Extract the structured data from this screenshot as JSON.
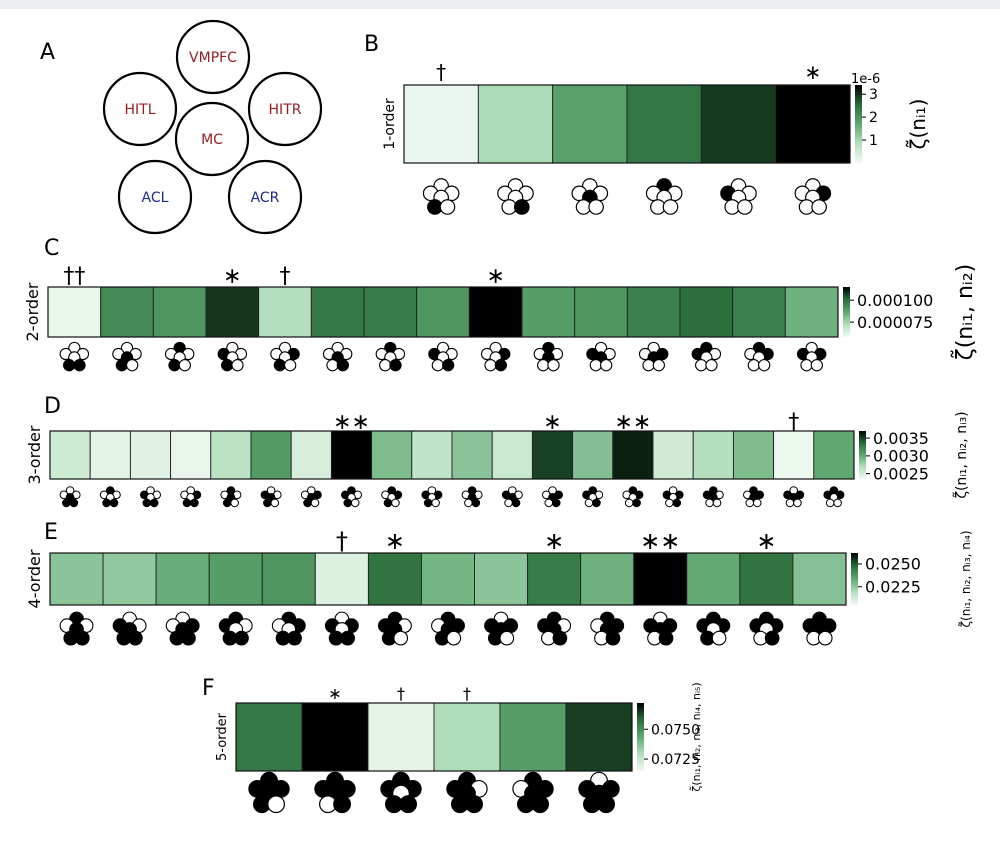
{
  "figure": {
    "panel_labels": [
      "A",
      "B",
      "C",
      "D",
      "E",
      "F"
    ]
  },
  "colors": {
    "cmap_low": "#f3faf4",
    "cmap_mid1": "#b3dfbd",
    "cmap_mid2": "#5fa771",
    "cmap_mid3": "#2a6d3b",
    "cmap_high": "#000000",
    "region_front": "#9a1b1b",
    "region_ant": "#1b2a8f"
  },
  "panel_a": {
    "regions": [
      {
        "name": "VMPFC",
        "color": "#9a1b1b"
      },
      {
        "name": "HITL",
        "color": "#9a1b1b"
      },
      {
        "name": "HITR",
        "color": "#9a1b1b"
      },
      {
        "name": "MC",
        "color": "#9a1b1b"
      },
      {
        "name": "ACL",
        "color": "#1b2a8f"
      },
      {
        "name": "ACR",
        "color": "#1b2a8f"
      }
    ]
  },
  "chart_data": [
    {
      "type": "heatmap",
      "panel": "B",
      "row_label": "1-order",
      "values": [
        0.1,
        0.9,
        1.8,
        2.4,
        2.95,
        3.4
      ],
      "vmin": 0.0,
      "vmax": 3.4,
      "cbar_ticks": [
        1,
        2,
        3
      ],
      "cbar_tick_labels": [
        "1",
        "2",
        "3"
      ],
      "cbar_scale_label": "1e-6",
      "cbar_label": "ζ̃(nᵢ₁)",
      "markers": [
        "†",
        "",
        "",
        "",
        "",
        "∗"
      ],
      "subsets": [
        [
          4
        ],
        [
          5
        ],
        [
          3
        ],
        [
          0
        ],
        [
          1
        ],
        [
          2
        ]
      ]
    },
    {
      "type": "heatmap",
      "panel": "C",
      "row_label": "2-order",
      "values": [
        6e-05,
        9.4e-05,
        9.1e-05,
        0.000108,
        7.2e-05,
        9.8e-05,
        9.7e-05,
        9.1e-05,
        0.000115,
        8.9e-05,
        9.1e-05,
        9.6e-05,
        0.0001,
        9.6e-05,
        8.4e-05
      ],
      "vmin": 5.8e-05,
      "vmax": 0.000115,
      "cbar_ticks": [
        7.5e-05,
        0.0001
      ],
      "cbar_tick_labels": [
        "0.000075",
        "0.000100"
      ],
      "cbar_label": "ζ̃(nᵢ₁, nᵢ₂)",
      "markers": [
        "††",
        "",
        "",
        "∗",
        "†",
        "",
        "",
        "",
        "∗",
        "",
        "",
        "",
        "",
        "",
        ""
      ],
      "subsets": [
        [
          4,
          5
        ],
        [
          3,
          4
        ],
        [
          0,
          4
        ],
        [
          1,
          4
        ],
        [
          2,
          4
        ],
        [
          3,
          5
        ],
        [
          0,
          5
        ],
        [
          1,
          5
        ],
        [
          2,
          5
        ],
        [
          0,
          3
        ],
        [
          1,
          3
        ],
        [
          2,
          3
        ],
        [
          0,
          1
        ],
        [
          0,
          2
        ],
        [
          1,
          2
        ]
      ]
    },
    {
      "type": "heatmap",
      "panel": "D",
      "row_label": "3-order",
      "values": [
        0.00255,
        0.00243,
        0.00245,
        0.0024,
        0.00265,
        0.0031,
        0.0025,
        0.0037,
        0.0029,
        0.00262,
        0.00285,
        0.00257,
        0.0035,
        0.00288,
        0.0036,
        0.00254,
        0.00268,
        0.0029,
        0.00238,
        0.00302
      ],
      "vmin": 0.00235,
      "vmax": 0.0037,
      "cbar_ticks": [
        0.0025,
        0.003,
        0.0035
      ],
      "cbar_tick_labels": [
        "0.0025",
        "0.0030",
        "0.0035"
      ],
      "cbar_label": "ζ̃(nᵢ₁, nᵢ₂, nᵢ₃)",
      "markers": [
        "",
        "",
        "",
        "",
        "",
        "",
        "",
        "∗∗",
        "",
        "",
        "",
        "",
        "∗",
        "",
        "∗∗",
        "",
        "",
        "",
        "†",
        ""
      ],
      "subsets": [
        [
          3,
          4,
          5
        ],
        [
          0,
          4,
          5
        ],
        [
          1,
          4,
          5
        ],
        [
          2,
          4,
          5
        ],
        [
          0,
          3,
          4
        ],
        [
          1,
          3,
          4
        ],
        [
          2,
          3,
          4
        ],
        [
          0,
          1,
          4
        ],
        [
          0,
          2,
          4
        ],
        [
          1,
          2,
          4
        ],
        [
          0,
          3,
          5
        ],
        [
          1,
          3,
          5
        ],
        [
          2,
          3,
          5
        ],
        [
          0,
          1,
          5
        ],
        [
          0,
          2,
          5
        ],
        [
          1,
          2,
          5
        ],
        [
          0,
          1,
          3
        ],
        [
          0,
          2,
          3
        ],
        [
          1,
          2,
          3
        ],
        [
          0,
          1,
          2
        ]
      ]
    },
    {
      "type": "heatmap",
      "panel": "E",
      "row_label": "4-order",
      "values": [
        0.0226,
        0.0225,
        0.0232,
        0.0236,
        0.0238,
        0.021,
        0.0246,
        0.023,
        0.0226,
        0.0244,
        0.0231,
        0.0262,
        0.0233,
        0.0246,
        0.0227
      ],
      "vmin": 0.0205,
      "vmax": 0.0262,
      "cbar_ticks": [
        0.0225,
        0.025
      ],
      "cbar_tick_labels": [
        "0.0225",
        "0.0250"
      ],
      "cbar_label": "ζ̃(nᵢ₁, nᵢ₂, nᵢ₃, nᵢ₄)",
      "markers": [
        "",
        "",
        "",
        "",
        "",
        "†",
        "∗",
        "",
        "",
        "∗",
        "",
        "∗∗",
        "",
        "∗",
        ""
      ],
      "subsets": [
        [
          0,
          3,
          4,
          5
        ],
        [
          1,
          3,
          4,
          5
        ],
        [
          2,
          3,
          4,
          5
        ],
        [
          0,
          1,
          4,
          5
        ],
        [
          0,
          2,
          4,
          5
        ],
        [
          1,
          2,
          4,
          5
        ],
        [
          0,
          1,
          3,
          4
        ],
        [
          0,
          2,
          3,
          4
        ],
        [
          1,
          2,
          3,
          4
        ],
        [
          0,
          1,
          3,
          5
        ],
        [
          0,
          2,
          3,
          5
        ],
        [
          1,
          2,
          3,
          5
        ],
        [
          0,
          1,
          2,
          4
        ],
        [
          0,
          1,
          2,
          5
        ],
        [
          0,
          1,
          2,
          3
        ]
      ]
    },
    {
      "type": "heatmap",
      "panel": "F",
      "row_label": "5-order",
      "values": [
        0.0755,
        0.0772,
        0.0718,
        0.073,
        0.0746,
        0.0764
      ],
      "vmin": 0.0715,
      "vmax": 0.0772,
      "cbar_ticks": [
        0.0725,
        0.075
      ],
      "cbar_tick_labels": [
        "0.0725",
        "0.0750"
      ],
      "cbar_label": "ζ̃(nᵢ₁, nᵢ₂, nᵢ₃, nᵢ₄, nᵢ₅)",
      "markers": [
        "",
        "∗",
        "†",
        "†",
        "",
        ""
      ],
      "subsets": [
        [
          0,
          1,
          2,
          3,
          4
        ],
        [
          0,
          1,
          2,
          3,
          5
        ],
        [
          0,
          1,
          2,
          4,
          5
        ],
        [
          0,
          1,
          3,
          4,
          5
        ],
        [
          0,
          2,
          3,
          4,
          5
        ],
        [
          1,
          2,
          3,
          4,
          5
        ]
      ]
    }
  ]
}
